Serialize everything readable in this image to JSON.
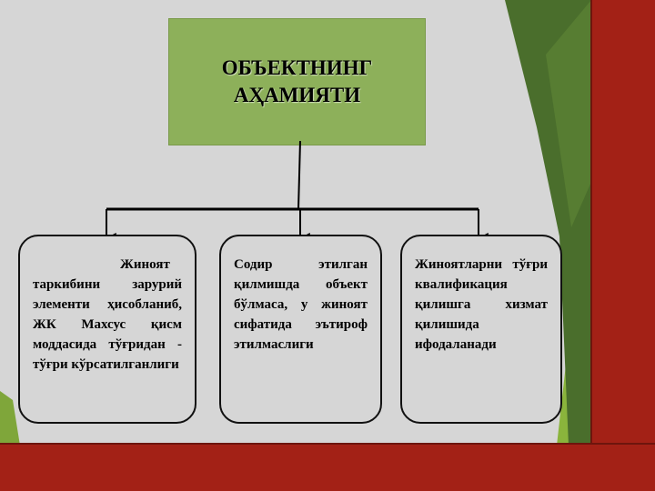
{
  "title": {
    "line1": "ОБЪЕКТНИНГ",
    "line2": "АҲАМИЯТИ"
  },
  "cards": [
    {
      "text": "Жиноят таркибини зарурий элементи ҳисобланиб, ЖК Махсус қисм моддасида тўғридан - тўғри кўрсатилганлиги"
    },
    {
      "text": "Содир этилган қилмишда объект бўлмаса, у жиноят сифатида эътироф этилмаслиги"
    },
    {
      "text": "Жиноятларни тўғри квалификация қилишга хизмат қилишида ифодаланади"
    }
  ],
  "colors": {
    "background": "#d6d6d6",
    "title_box": "#8db05a",
    "footer_bar": "#a32116",
    "right_panel": "#a32116",
    "dark_green": "#4a6e2c",
    "light_green": "#8ab43c"
  }
}
